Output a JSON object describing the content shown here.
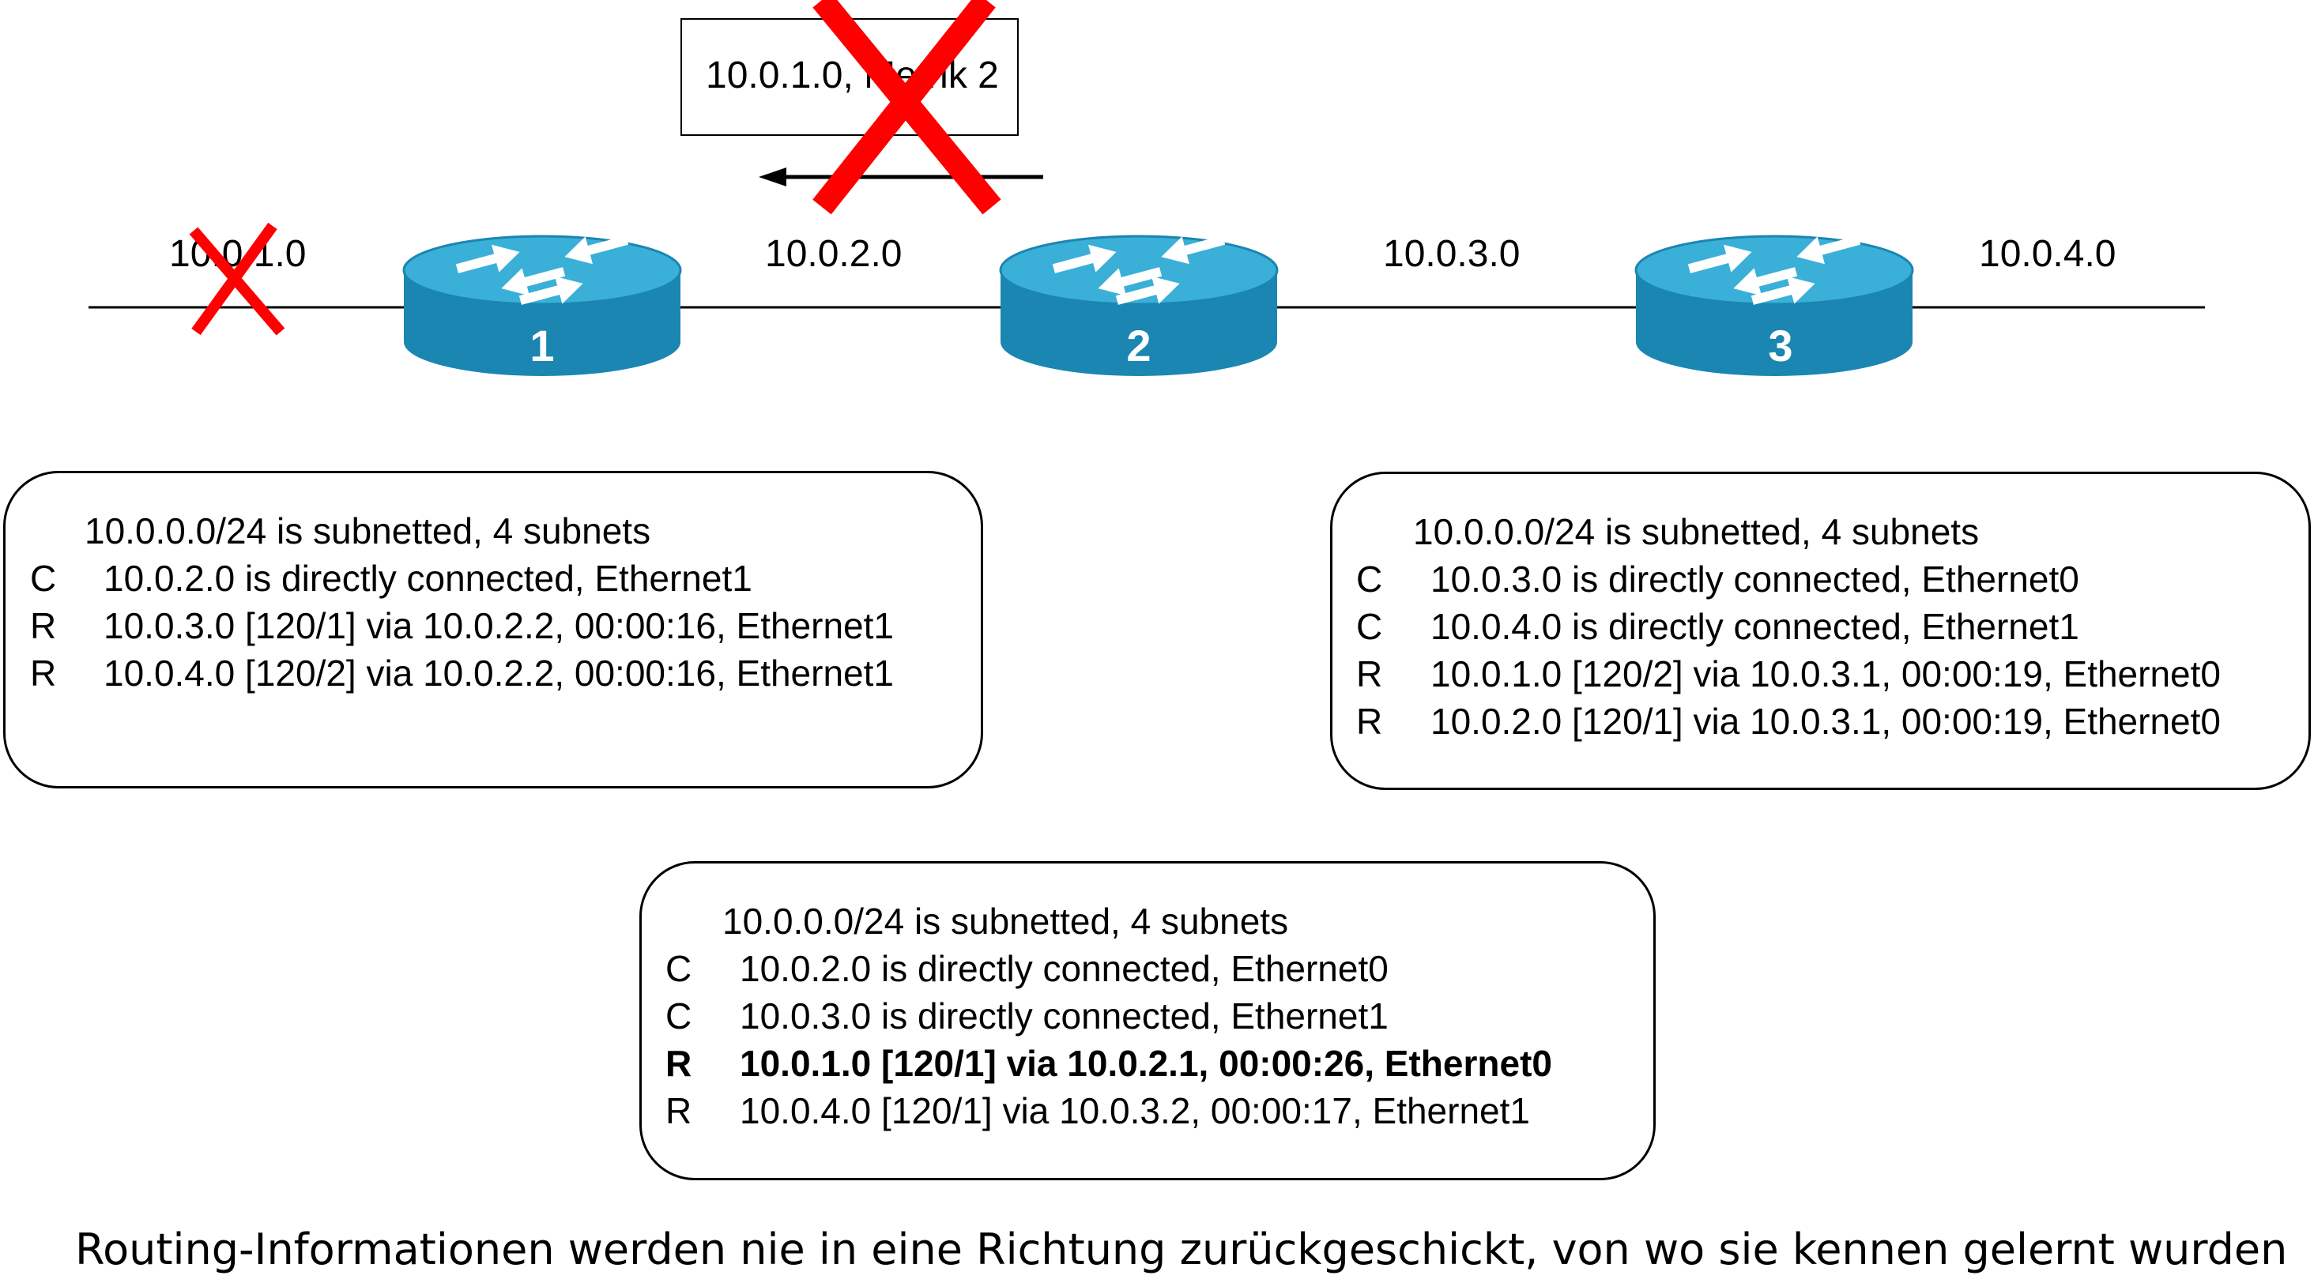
{
  "networks": [
    "10.0.1.0",
    "10.0.2.0",
    "10.0.3.0",
    "10.0.4.0"
  ],
  "update_message": "10.0.1.0, Metrik 2",
  "routers": [
    {
      "number": "1"
    },
    {
      "number": "2"
    },
    {
      "number": "3"
    }
  ],
  "tables": {
    "router1": {
      "header": "10.0.0.0/24 is subnetted, 4 subnets",
      "rows": [
        {
          "code": "C",
          "text": "10.0.2.0 is directly connected, Ethernet1",
          "bold": false
        },
        {
          "code": "R",
          "text": "10.0.3.0 [120/1] via 10.0.2.2, 00:00:16, Ethernet1",
          "bold": false
        },
        {
          "code": "R",
          "text": "10.0.4.0 [120/2] via 10.0.2.2, 00:00:16, Ethernet1",
          "bold": false
        }
      ]
    },
    "router3": {
      "header": "10.0.0.0/24 is subnetted, 4 subnets",
      "rows": [
        {
          "code": "C",
          "text": "10.0.3.0 is directly connected, Ethernet0",
          "bold": false
        },
        {
          "code": "C",
          "text": "10.0.4.0 is directly connected, Ethernet1",
          "bold": false
        },
        {
          "code": "R",
          "text": "10.0.1.0 [120/2] via 10.0.3.1, 00:00:19, Ethernet0",
          "bold": false
        },
        {
          "code": "R",
          "text": "10.0.2.0 [120/1] via 10.0.3.1, 00:00:19, Ethernet0",
          "bold": false
        }
      ]
    },
    "router2": {
      "header": "10.0.0.0/24 is subnetted, 4 subnets",
      "rows": [
        {
          "code": "C",
          "text": "10.0.2.0 is directly connected, Ethernet0",
          "bold": false
        },
        {
          "code": "C",
          "text": "10.0.3.0 is directly connected, Ethernet1",
          "bold": false
        },
        {
          "code": "R",
          "text": "10.0.1.0 [120/1] via 10.0.2.1, 00:00:26, Ethernet0",
          "bold": true
        },
        {
          "code": "R",
          "text": "10.0.4.0 [120/1] via 10.0.3.2, 00:00:17, Ethernet1",
          "bold": false
        }
      ]
    }
  },
  "footer": "Routing-Informationen werden nie in eine Richtung zurückgeschickt, von wo sie kennen gelernt wurden",
  "colors": {
    "router_top": "#3ab0d8",
    "router_side": "#1a86b1",
    "cross": "#ff0000"
  }
}
